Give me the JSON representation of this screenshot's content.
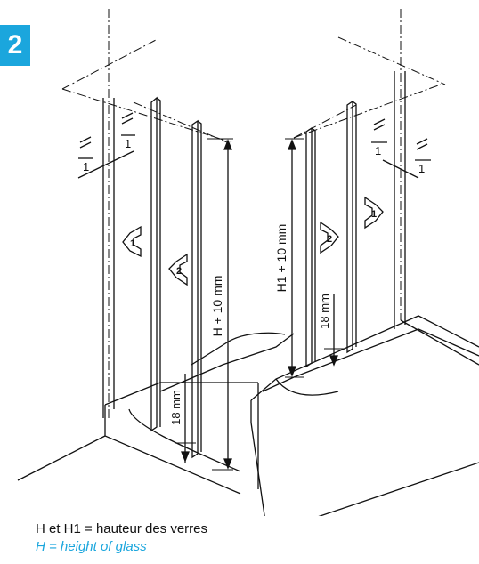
{
  "step_number": "2",
  "labels": {
    "left_fraction_top": "1",
    "left_fraction_bottom": "1",
    "right_fraction_top": "1",
    "right_fraction_bottom": "1",
    "arrow_1": "1",
    "arrow_2": "2",
    "dim_left_height": "H + 10 mm",
    "dim_right_height": "H1 + 10 mm",
    "dim_left_gap": "18 mm",
    "dim_right_gap": "18 mm"
  },
  "caption": {
    "fr": "H et H1 = hauteur des verres",
    "en": "H = height of glass"
  },
  "colors": {
    "accent": "#1ba6dd",
    "line": "#111111"
  }
}
